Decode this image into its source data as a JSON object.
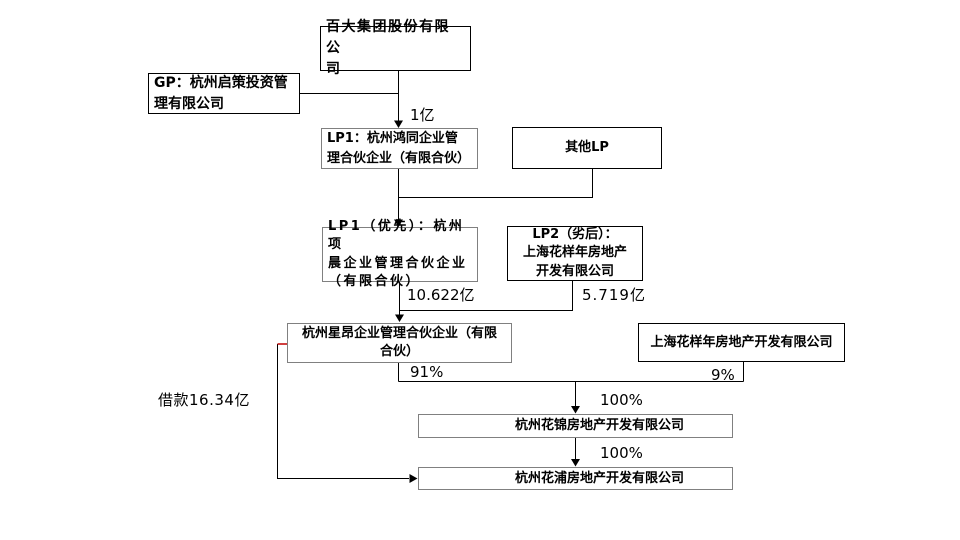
{
  "diagram_type": "equity-ownership-structure",
  "colors": {
    "background": "#ffffff",
    "text": "#000000",
    "connector_line": "#000000",
    "box_border_dark": "#000000",
    "box_border_gray": "#808080",
    "loan_tick_red": "#c00000"
  },
  "nodes": {
    "baida": {
      "label": "百大集团股份有限公\n司"
    },
    "gp": {
      "label": "GP：杭州启策投资管\n理有限公司"
    },
    "lp1": {
      "label": "LP1：杭州鸿同企业管\n理合伙企业（有限合伙）"
    },
    "other_lp": {
      "label": "其他LP"
    },
    "lp1_senior": {
      "label": "LP1（优先）：杭州项\n晨企业管理合伙企业\n（有限合伙）"
    },
    "lp2": {
      "label": "LP2（劣后）：\n上海花样年房地产\n开发有限公司"
    },
    "xingang": {
      "label": "杭州星昂企业管理合伙企业（有限\n合伙）"
    },
    "huayangnian": {
      "label": "上海花样年房地产开发有限公司"
    },
    "huajin": {
      "label": "杭州花锦房地产开发有限公司"
    },
    "huapu": {
      "label": "杭州花浦房地产开发有限公司"
    }
  },
  "edge_labels": {
    "capital_top": "1亿",
    "capital_lp1_senior": "10.622亿",
    "capital_lp2": "5.719亿",
    "pct_xingang": "91%",
    "pct_huayangnian": "9%",
    "pct_huajin": "100%",
    "pct_huapu": "100%",
    "loan": "借款16.34亿"
  }
}
